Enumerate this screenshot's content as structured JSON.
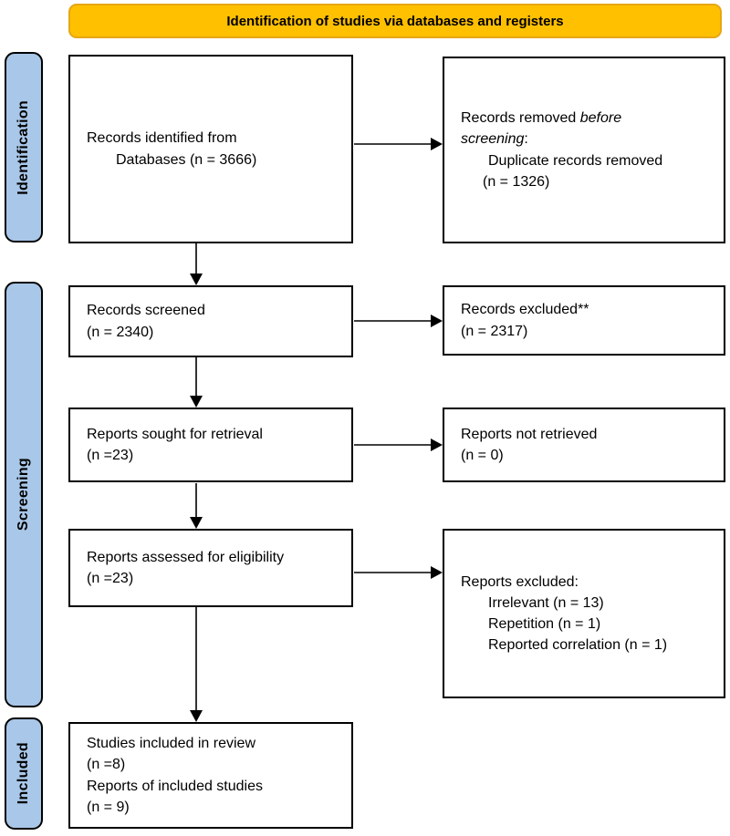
{
  "banner": {
    "label": "Identification of studies via databases and registers"
  },
  "sidebar": {
    "identification": "Identification",
    "screening": "Screening",
    "included": "Included"
  },
  "boxes": {
    "records_identified": {
      "line1": "Records identified from",
      "line2": "Databases (n = 3666)"
    },
    "records_removed": {
      "line1_normal": "Records removed ",
      "line1_italic": "before",
      "line2_italic": "screening",
      "line2_normal": ":",
      "line3": "Duplicate records removed",
      "line4": "(n = 1326)"
    },
    "records_screened": {
      "line1": "Records screened",
      "line2": "(n = 2340)"
    },
    "records_excluded": {
      "line1": "Records excluded**",
      "line2": "(n = 2317)"
    },
    "reports_sought": {
      "line1": "Reports sought for retrieval",
      "line2": "(n =23)"
    },
    "reports_not_retrieved": {
      "line1": "Reports not retrieved",
      "line2": "(n = 0)"
    },
    "reports_assessed": {
      "line1": "Reports assessed for eligibility",
      "line2": "(n =23)"
    },
    "reports_excluded": {
      "line1": "Reports excluded:",
      "line2": "Irrelevant (n = 13)",
      "line3": "Repetition (n = 1)",
      "line4": "Reported correlation (n = 1)"
    },
    "studies_included": {
      "line1": "Studies included in review",
      "line2": "(n =8)",
      "line3": "Reports of included studies",
      "line4": "(n = 9)"
    }
  },
  "colors": {
    "banner_fill": "#FFC000",
    "banner_border": "#E7A614",
    "sidebar_fill": "#A9C7E8",
    "box_border": "#000000",
    "arrow": "#000000"
  }
}
